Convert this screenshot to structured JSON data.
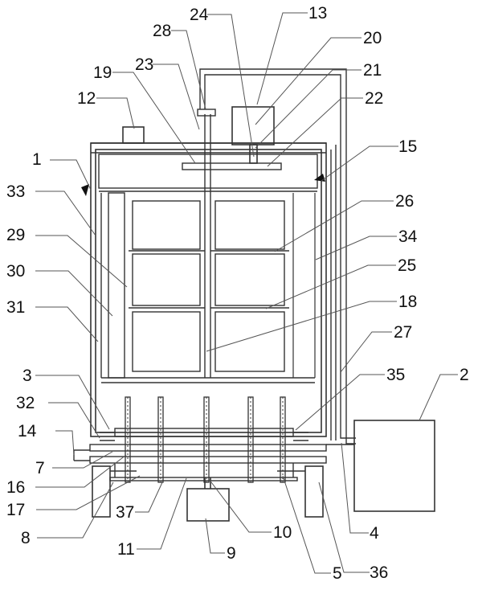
{
  "diagram": {
    "colors": {
      "stroke": "#333333",
      "leader": "#555555",
      "text": "#111111",
      "background": "#ffffff"
    },
    "labels": {
      "l1": "1",
      "l2": "2",
      "l3": "3",
      "l4": "4",
      "l5": "5",
      "l7": "7",
      "l8": "8",
      "l9": "9",
      "l10": "10",
      "l11": "11",
      "l12": "12",
      "l13": "13",
      "l14": "14",
      "l15": "15",
      "l16": "16",
      "l17": "17",
      "l18": "18",
      "l19": "19",
      "l20": "20",
      "l21": "21",
      "l22": "22",
      "l23": "23",
      "l24": "24",
      "l25": "25",
      "l26": "26",
      "l27": "27",
      "l28": "28",
      "l29": "29",
      "l30": "30",
      "l31": "31",
      "l32": "32",
      "l33": "33",
      "l34": "34",
      "l35": "35",
      "l36": "36",
      "l37": "37"
    }
  }
}
